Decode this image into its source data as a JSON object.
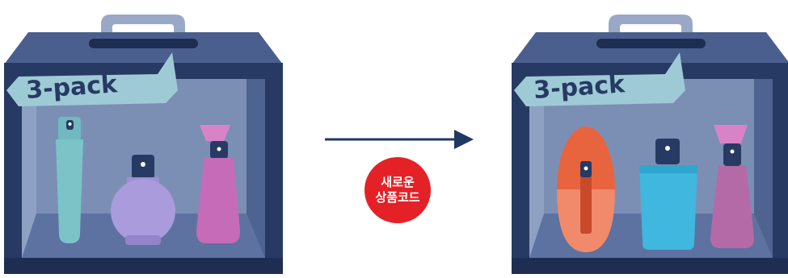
{
  "left_box": {
    "banner_text": "3-pack",
    "bottles": [
      "tall-teal-bottle",
      "round-purple-bottle",
      "pink-spray-bottle"
    ]
  },
  "right_box": {
    "banner_text": "3-pack",
    "bottles": [
      "orange-oval-bottle",
      "blue-bottle",
      "violet-spray-bottle"
    ]
  },
  "badge": {
    "line1": "새로운",
    "line2": "상품코드"
  },
  "colors": {
    "box_frame": "#273a63",
    "box_panel": "#7b8fb5",
    "banner": "#9ecad5",
    "handle": "#9aa8c8",
    "arrow": "#1f3864",
    "badge": "#e42126"
  }
}
